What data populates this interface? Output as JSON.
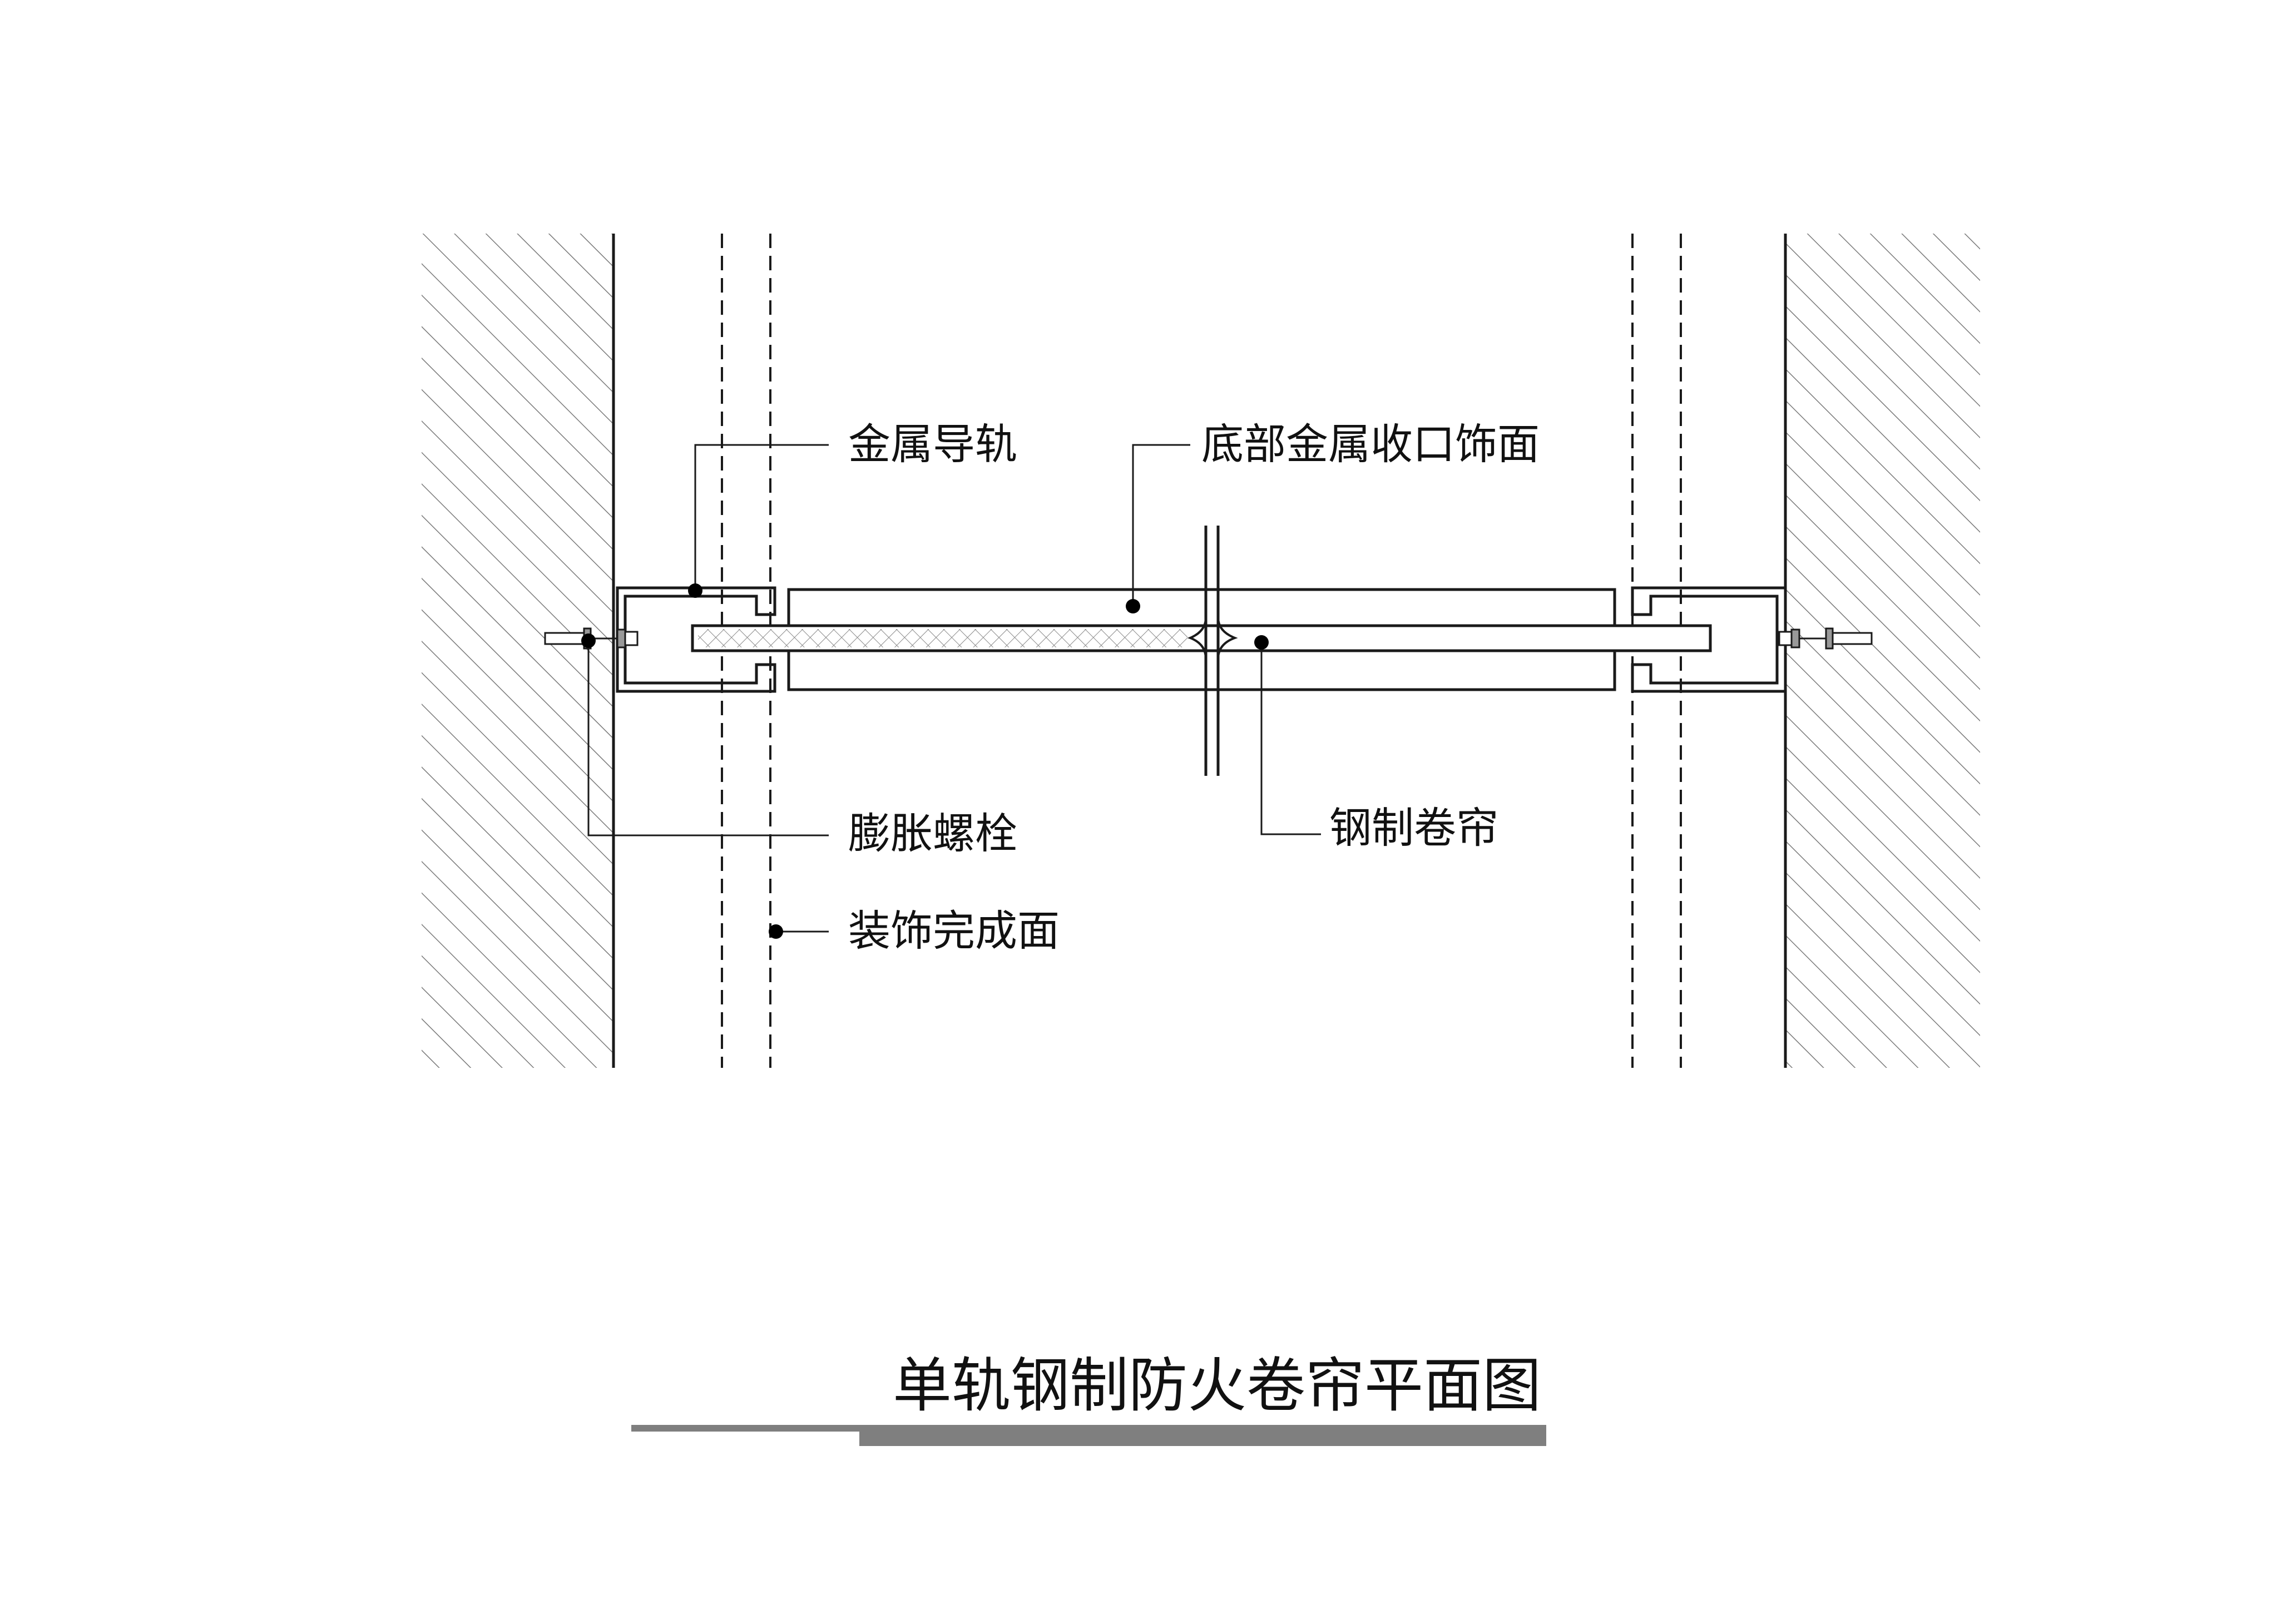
{
  "labels": {
    "metal_rail": "金属导轨",
    "bottom_trim": "底部金属收口饰面",
    "expansion_bolt": "膨胀螺栓",
    "steel_shutter": "钢制卷帘",
    "finish_surface": "装饰完成面"
  },
  "title": "单轨钢制防火卷帘平面图",
  "colors": {
    "line": "#1a1a1a",
    "hatch": "#7a7a7a",
    "core_fill": "#d8d8d8",
    "title_bar": "#7f7f7f"
  }
}
